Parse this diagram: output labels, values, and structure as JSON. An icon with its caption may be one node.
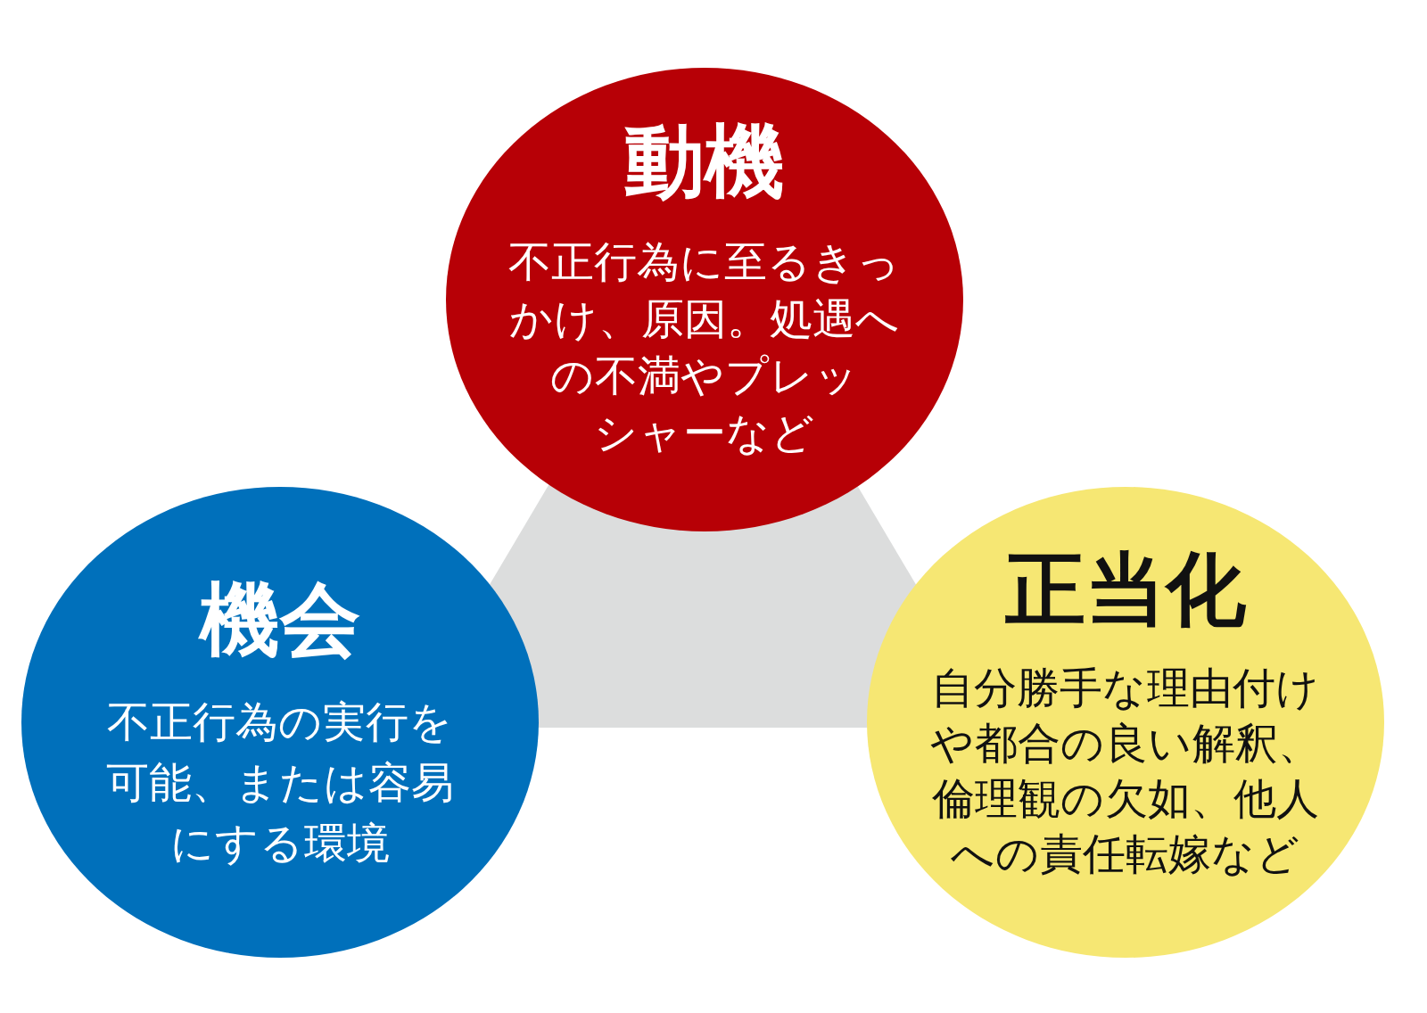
{
  "diagram": {
    "nodes": [
      {
        "text": [
          "動機",
          "不正行為に至るきっかけ、原因。処遇への不満やプレッシャーなど"
        ]
      },
      {
        "text": [
          "機会",
          "不正行為の実行を可能、または容易にする環境"
        ]
      },
      {
        "text": [
          "正当化",
          "自分勝手な理由付けや都合の良い解釈、倫理観の欠如、他人への責任転嫁など"
        ]
      }
    ]
  }
}
